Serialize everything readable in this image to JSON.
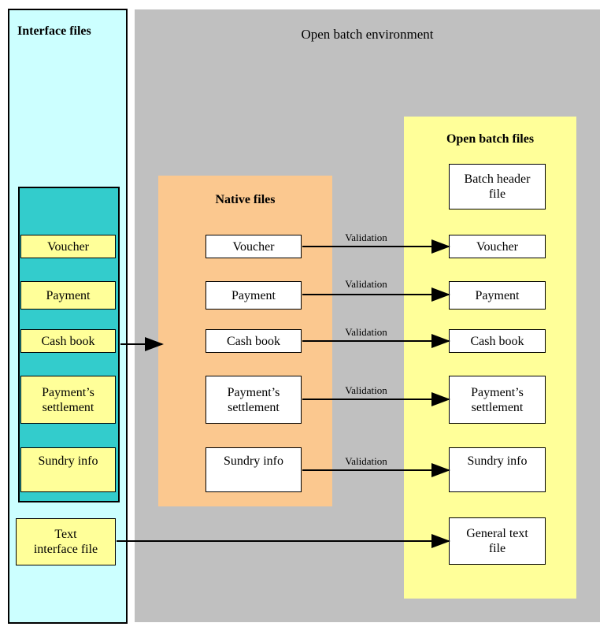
{
  "colors": {
    "panel_cyan": "#CCFFFF",
    "panel_gray": "#C0C0C0",
    "panel_teal": "#33CCCC",
    "panel_orange": "#FBC88F",
    "panel_yellow": "#FFFF99",
    "box_yellow": "#FFFF99",
    "box_white": "#FFFFFF",
    "arrow_black": "#000000"
  },
  "interface_panel": {
    "title": "Interface files",
    "items": [
      "Voucher",
      "Payment",
      "Cash book",
      "Payment’s\nsettlement",
      "Sundry info"
    ],
    "text_interface_file": "Text\ninterface file"
  },
  "environment_panel": {
    "title": "Open batch environment"
  },
  "native_panel": {
    "title": "Native files",
    "items": [
      "Voucher",
      "Payment",
      "Cash book",
      "Payment’s\nsettlement",
      "Sundry info"
    ]
  },
  "open_batch_panel": {
    "title": "Open batch files",
    "batch_header_file": "Batch header\nfile",
    "items": [
      "Voucher",
      "Payment",
      "Cash book",
      "Payment’s\nsettlement",
      "Sundry info"
    ],
    "general_text_file": "General text\nfile"
  },
  "labels": {
    "validation": "Validation"
  }
}
